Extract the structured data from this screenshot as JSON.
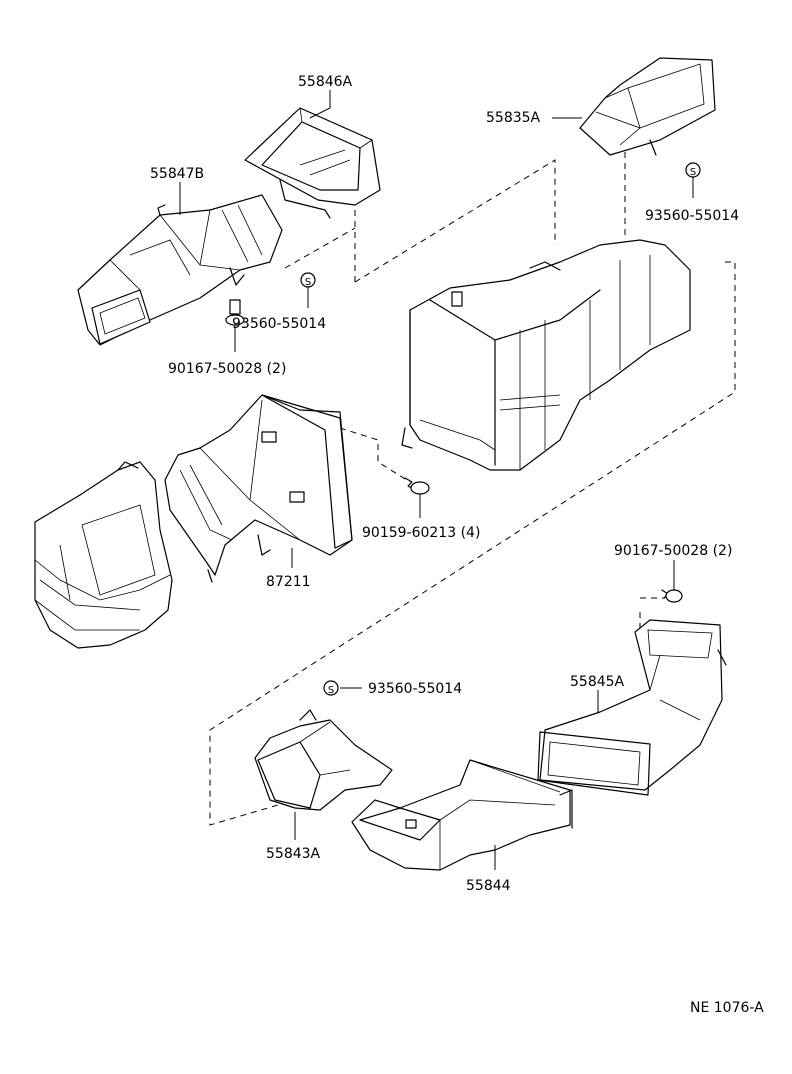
{
  "labels": {
    "p55846a": "55846A",
    "p55835a": "55835A",
    "p55847b": "55847B",
    "s93560_a": "93560-55014",
    "s93560_b": "93560-55014",
    "s93560_c": "93560-55014",
    "b90167_a": "90167-50028 (2)",
    "b90167_b": "90167-50028 (2)",
    "b90159": "90159-60213 (4)",
    "p87211": "87211",
    "p55845a": "55845A",
    "p55843a": "55843A",
    "p55844": "55844",
    "seal_mark": "S"
  },
  "footer": {
    "figure_code": "NE 1076-A"
  }
}
